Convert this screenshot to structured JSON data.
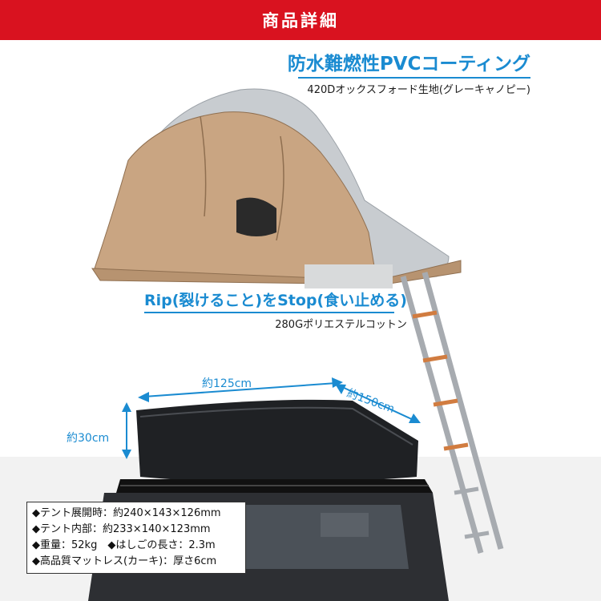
{
  "header": {
    "title": "商品詳細"
  },
  "callouts": [
    {
      "title": "防水難燃性PVCコーティング",
      "sub": "420Dオックスフォード生地(グレーキャノピー)"
    },
    {
      "title": "Rip(裂けること)をStop(食い止める)",
      "sub": "280Gポリエステルコットン"
    }
  ],
  "dimensions": {
    "width": "約125cm",
    "depth": "約150cm",
    "height": "約30cm"
  },
  "specs": [
    "◆テント展開時：約240×143×126mm",
    "◆テント内部：約233×140×123mm",
    "◆重量：52kg　◆はしごの長さ：2.3m",
    "◆高品質マットレス(カーキ)：厚さ6cm"
  ],
  "colors": {
    "header": "#d9121f",
    "accent": "#1a8bd1",
    "canvas": "#c9a582",
    "canopy": "#c8ccd0",
    "car": "#2d2f33"
  }
}
